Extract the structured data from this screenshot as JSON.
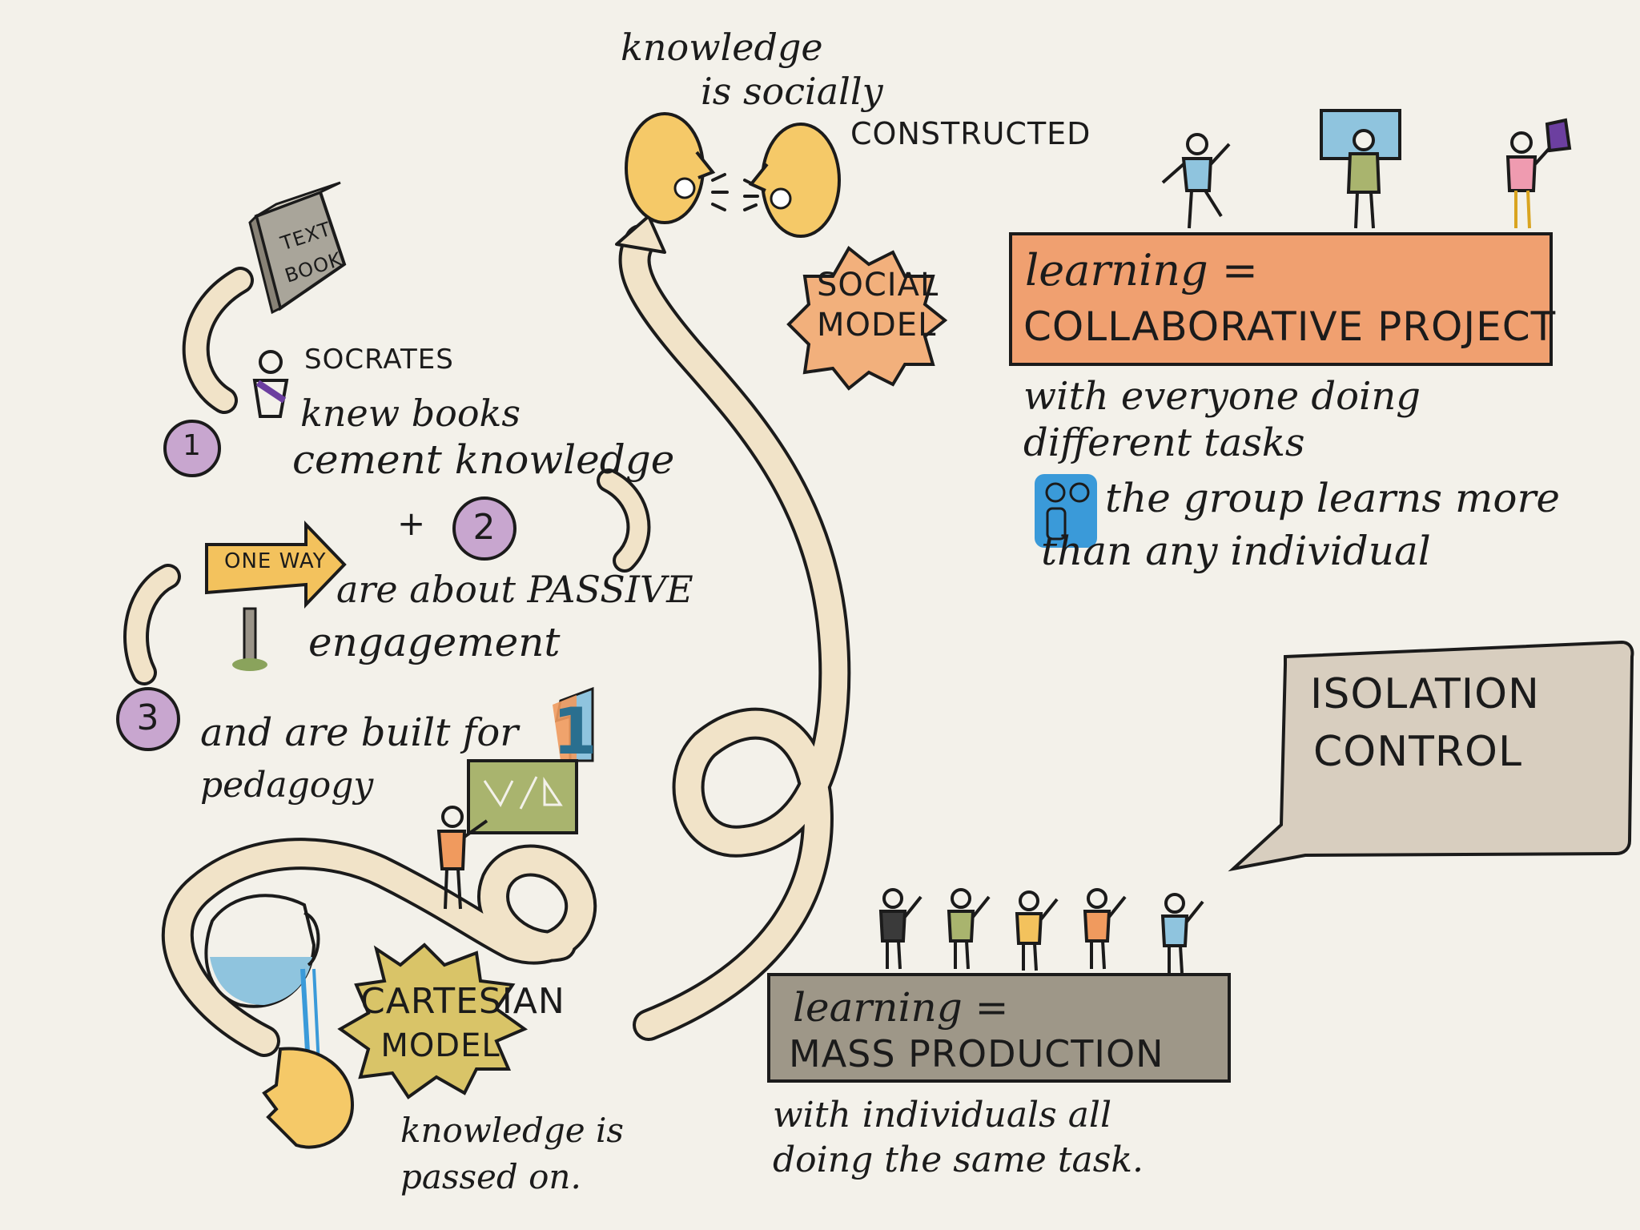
{
  "social_quote": {
    "line1": "knowledge",
    "line2": "is socially",
    "line3": "CONSTRUCTED"
  },
  "social_badge": {
    "line1": "SOCIAL",
    "line2": "MODEL"
  },
  "textbook": {
    "line1": "TEXT",
    "line2": "BOOK"
  },
  "socrates": {
    "name": "SOCRATES",
    "line1": "knew books",
    "line2": "cement knowledge",
    "plus": "+",
    "line3": "are about PASSIVE",
    "line4": "engagement",
    "line5": "and are built for",
    "line6": "pedagogy"
  },
  "numbers": {
    "n1": "1",
    "n2": "2",
    "n3": "3",
    "big_one": "1"
  },
  "sign": {
    "label": "ONE WAY"
  },
  "cartesian_badge": {
    "line1": "CARTESIAN",
    "line2": "MODEL"
  },
  "cartesian_caption": {
    "line1": "knowledge is",
    "line2": "passed on."
  },
  "collab_box": {
    "line1": "learning =",
    "line2": "COLLABORATIVE PROJECT"
  },
  "collab_caption": {
    "line1": "with everyone doing",
    "line2": "different tasks",
    "line3": "the group learns more",
    "line4": "than any individual"
  },
  "speech_bubble": {
    "line1": "ISOLATION",
    "line2": "CONTROL"
  },
  "mass_box": {
    "line1": "learning =",
    "line2": "MASS PRODUCTION"
  },
  "mass_caption": {
    "line1": "with individuals all",
    "line2": "doing the same task."
  },
  "colors": {
    "background": "#f3f1ea",
    "ink": "#1b1b1b",
    "path_fill": "#f1e3c8",
    "head_yellow": "#f5c968",
    "orange_box": "#f0a070",
    "grey_box": "#9e9788",
    "bubble": "#d8cebf",
    "purple_circle": "#c8a6cf",
    "blue_icon": "#3a9ad9",
    "sign_yellow": "#f3c25d",
    "badge_yellow": "#d9c468",
    "board_green": "#a9b46e"
  }
}
